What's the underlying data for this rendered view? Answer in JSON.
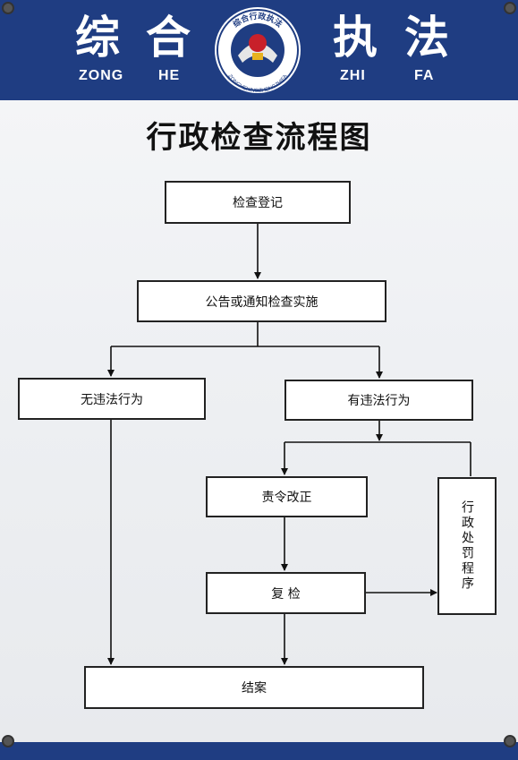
{
  "header": {
    "chars": [
      "综",
      "合",
      "执",
      "法"
    ],
    "pinyin": [
      "ZONG",
      "HE",
      "ZHI",
      "FA"
    ],
    "emblem_arc_text": "综合行政执法",
    "emblem_bottom_text": "ZONGHEXINGZHENGZHIFA",
    "colors": {
      "band": "#1f3d82",
      "text": "#ffffff"
    }
  },
  "diagram": {
    "title": "行政检查流程图",
    "nodes": {
      "register": "检查登记",
      "announce": "公告或通知检查实施",
      "no_violation": "无违法行为",
      "violation": "有违法行为",
      "rectify": "责令改正",
      "recheck": "复 检",
      "penalty": "行政处罚程序",
      "close": "结案"
    }
  }
}
